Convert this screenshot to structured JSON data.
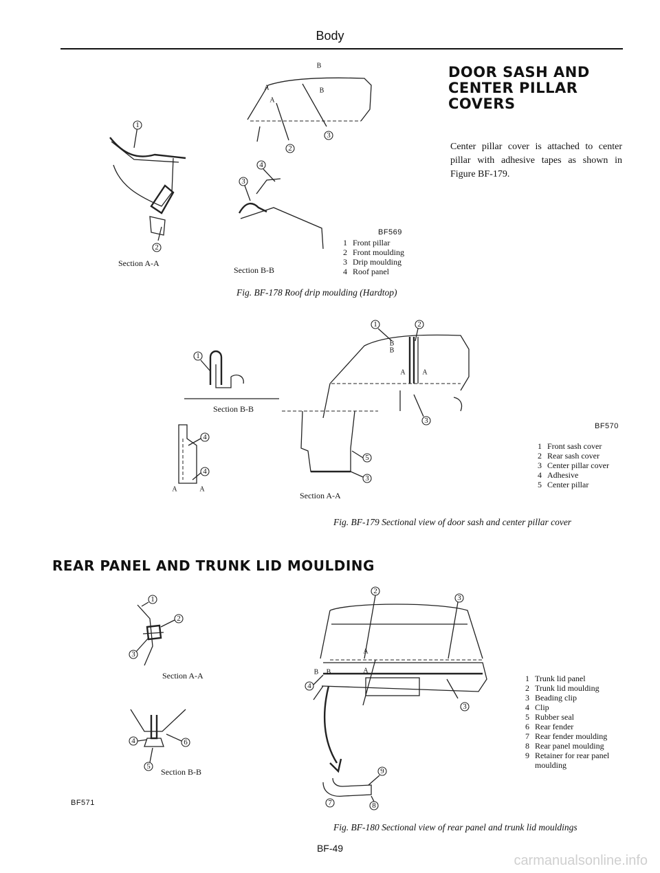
{
  "header": {
    "title": "Body"
  },
  "door_sash": {
    "heading": [
      "DOOR SASH AND",
      "CENTER PILLAR",
      "COVERS"
    ],
    "text": "Center pillar cover is attached to center pillar with adhesive tapes as shown in Figure BF-179."
  },
  "fig178": {
    "code": "BF569",
    "section_aa": "Section A-A",
    "section_bb": "Section B-B",
    "legend": [
      {
        "n": "1",
        "label": "Front pillar"
      },
      {
        "n": "2",
        "label": "Front moulding"
      },
      {
        "n": "3",
        "label": "Drip moulding"
      },
      {
        "n": "4",
        "label": "Roof panel"
      }
    ],
    "caption": "Fig. BF-178 Roof drip moulding (Hardtop)"
  },
  "fig179": {
    "code": "BF570",
    "section_bb": "Section B-B",
    "section_aa": "Section A-A",
    "legend": [
      {
        "n": "1",
        "label": "Front sash cover"
      },
      {
        "n": "2",
        "label": "Rear sash cover"
      },
      {
        "n": "3",
        "label": "Center pillar cover"
      },
      {
        "n": "4",
        "label": "Adhesive"
      },
      {
        "n": "5",
        "label": "Center pillar"
      }
    ],
    "caption": "Fig. BF-179 Sectional view of door sash and center pillar cover"
  },
  "rear_panel": {
    "heading": "REAR PANEL AND TRUNK LID MOULDING"
  },
  "fig180": {
    "code": "BF571",
    "section_aa": "Section A-A",
    "section_bb": "Section B-B",
    "legend": [
      {
        "n": "1",
        "label": "Trunk lid panel"
      },
      {
        "n": "2",
        "label": "Trunk lid moulding"
      },
      {
        "n": "3",
        "label": "Beading clip"
      },
      {
        "n": "4",
        "label": "Clip"
      },
      {
        "n": "5",
        "label": "Rubber seal"
      },
      {
        "n": "6",
        "label": "Rear fender"
      },
      {
        "n": "7",
        "label": "Rear fender moulding"
      },
      {
        "n": "8",
        "label": "Rear panel moulding"
      },
      {
        "n": "9",
        "label": "Retainer for rear panel moulding"
      }
    ],
    "caption": "Fig. BF-180 Sectional view of rear panel and trunk lid mouldings"
  },
  "footer": {
    "page_number": "BF-49"
  },
  "watermark": "carmanualsonline.info"
}
